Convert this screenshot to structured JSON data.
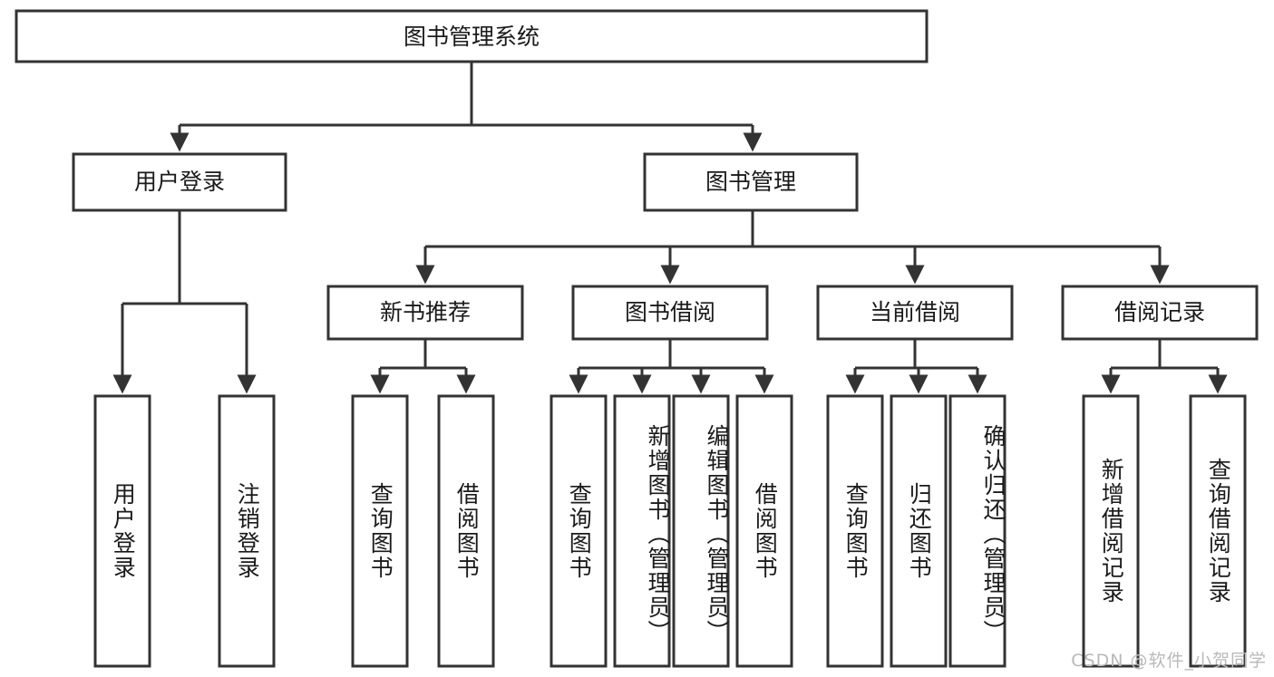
{
  "diagram": {
    "title": "图书管理系统",
    "type": "tree-flowchart",
    "colors": {
      "stroke": "#333333",
      "fill": "#ffffff",
      "text": "#1a1a1a",
      "watermark": "#b9b9b9"
    },
    "root": {
      "label": "图书管理系统"
    },
    "level2": [
      {
        "label": "用户登录"
      },
      {
        "label": "图书管理"
      }
    ],
    "level3": [
      {
        "label": "新书推荐"
      },
      {
        "label": "图书借阅"
      },
      {
        "label": "当前借阅"
      },
      {
        "label": "借阅记录"
      }
    ],
    "leaves": {
      "user_login": [
        {
          "label": "用户登录"
        },
        {
          "label": "注销登录"
        }
      ],
      "new_book": [
        {
          "label": "查询图书"
        },
        {
          "label": "借阅图书"
        }
      ],
      "book_borrow": [
        {
          "label": "查询图书"
        },
        {
          "label": "新增图书（管理员）"
        },
        {
          "label": "编辑图书（管理员）"
        },
        {
          "label": "借阅图书"
        }
      ],
      "current_borrow": [
        {
          "label": "查询图书"
        },
        {
          "label": "归还图书"
        },
        {
          "label": "确认归还（管理员）"
        }
      ],
      "borrow_record": [
        {
          "label": "新增借阅记录"
        },
        {
          "label": "查询借阅记录"
        }
      ]
    }
  },
  "watermark": {
    "text": "CSDN @软件_小贺同学"
  }
}
